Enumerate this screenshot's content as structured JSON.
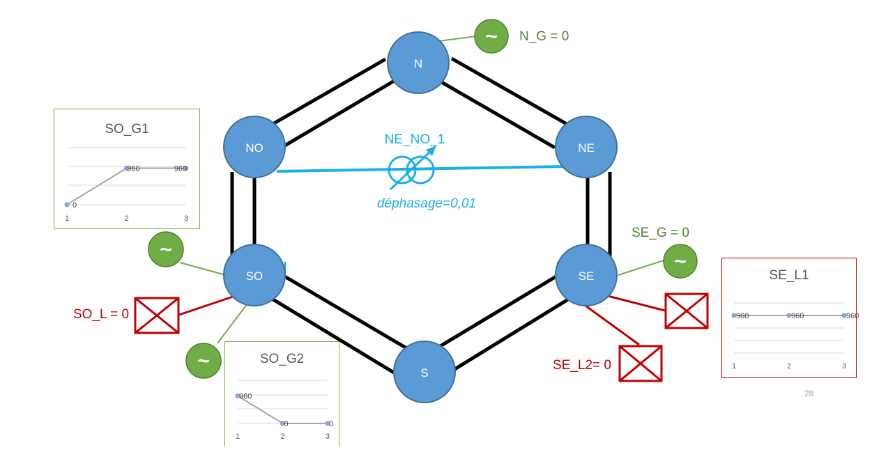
{
  "nodes": [
    {
      "id": "N",
      "label": "N"
    },
    {
      "id": "NE",
      "label": "NE"
    },
    {
      "id": "SE",
      "label": "SE"
    },
    {
      "id": "S",
      "label": "S"
    },
    {
      "id": "SO",
      "label": "SO"
    },
    {
      "id": "NO",
      "label": "NO"
    }
  ],
  "transformer": {
    "name": "NE_NO_1",
    "phase_label": "déphasage=0,01"
  },
  "generators": {
    "N_G": "N_G = 0",
    "SE_G": "SE_G = 0"
  },
  "loads": {
    "SO_L": "SO_L = 0",
    "SE_L2": "SE_L2= 0"
  },
  "colors": {
    "node": "#5b9bd5",
    "generator": "#70ad47",
    "load": "#c00000",
    "transformer": "#1ab0e8",
    "line": "#000000"
  },
  "chart_data": [
    {
      "type": "line",
      "title": "SO_G1",
      "categories": [
        "1",
        "2",
        "3"
      ],
      "values": [
        0,
        960,
        960
      ],
      "data_labels": [
        "0",
        "960",
        "960"
      ],
      "color": "#70ad47"
    },
    {
      "type": "line",
      "title": "SO_G2",
      "categories": [
        "1",
        "2",
        "3"
      ],
      "values": [
        960,
        0,
        0
      ],
      "data_labels": [
        "960",
        "0",
        "0"
      ],
      "color": "#70ad47"
    },
    {
      "type": "line",
      "title": "SE_L1",
      "categories": [
        "1",
        "2",
        "3"
      ],
      "values": [
        960,
        960,
        960
      ],
      "data_labels": [
        "960",
        "960",
        "960"
      ],
      "color": "#c00000"
    }
  ],
  "page_number": "28"
}
